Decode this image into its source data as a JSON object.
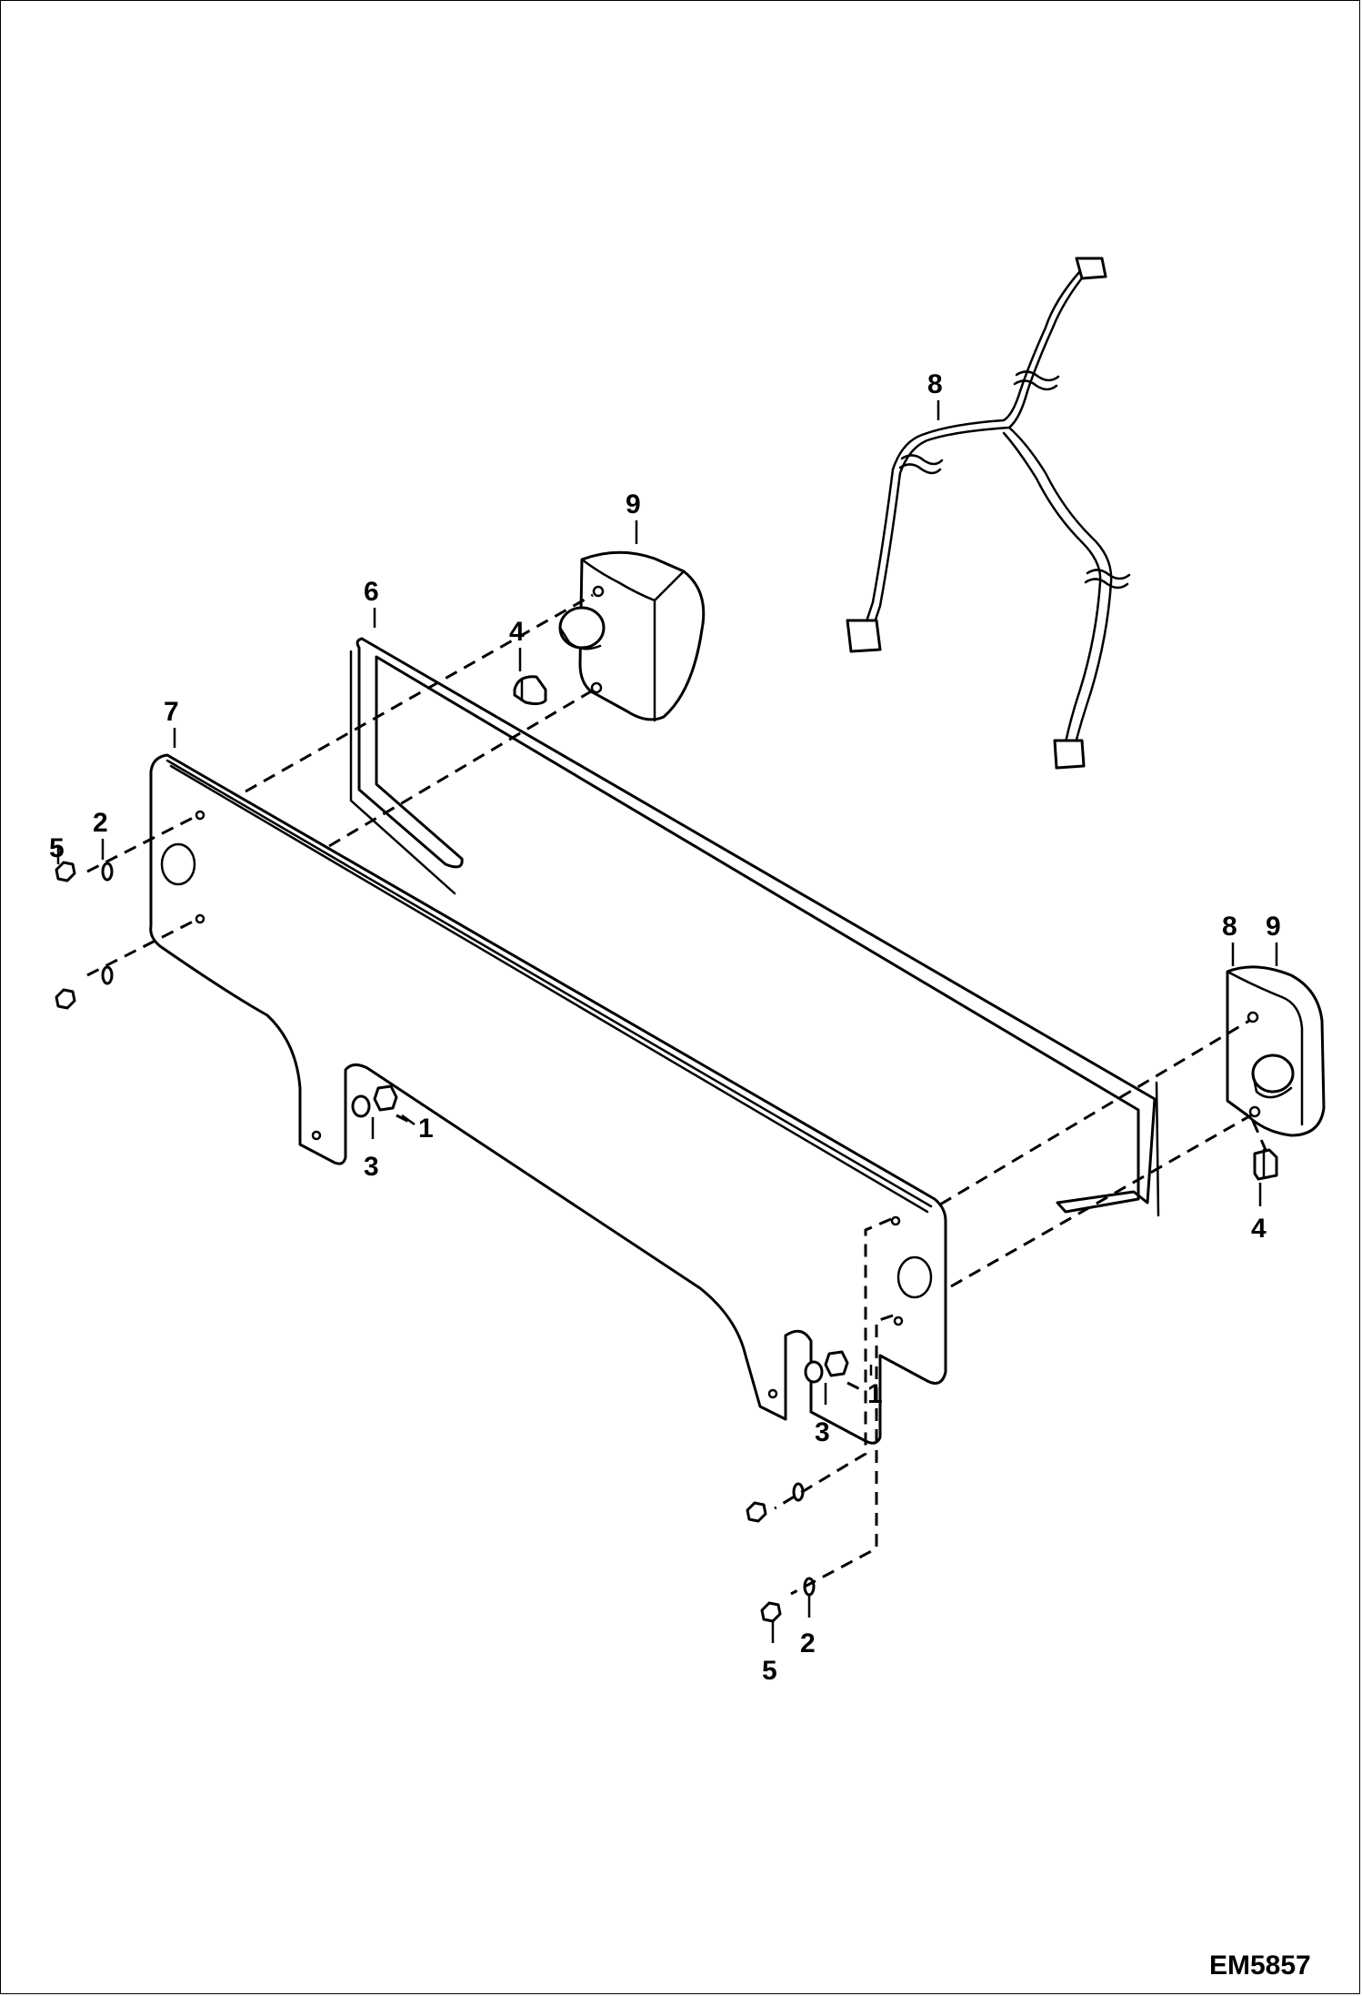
{
  "diagram": {
    "drawing_code": "EM5857",
    "callouts": {
      "c1a": "1",
      "c1b": "1",
      "c2a": "2",
      "c2b": "2",
      "c3a": "3",
      "c3b": "3",
      "c4a": "4",
      "c4b": "4",
      "c5a": "5",
      "c5b": "5",
      "c6": "6",
      "c7": "7",
      "c8a": "8",
      "c8b": "8",
      "c9a": "9",
      "c9b": "9"
    }
  }
}
